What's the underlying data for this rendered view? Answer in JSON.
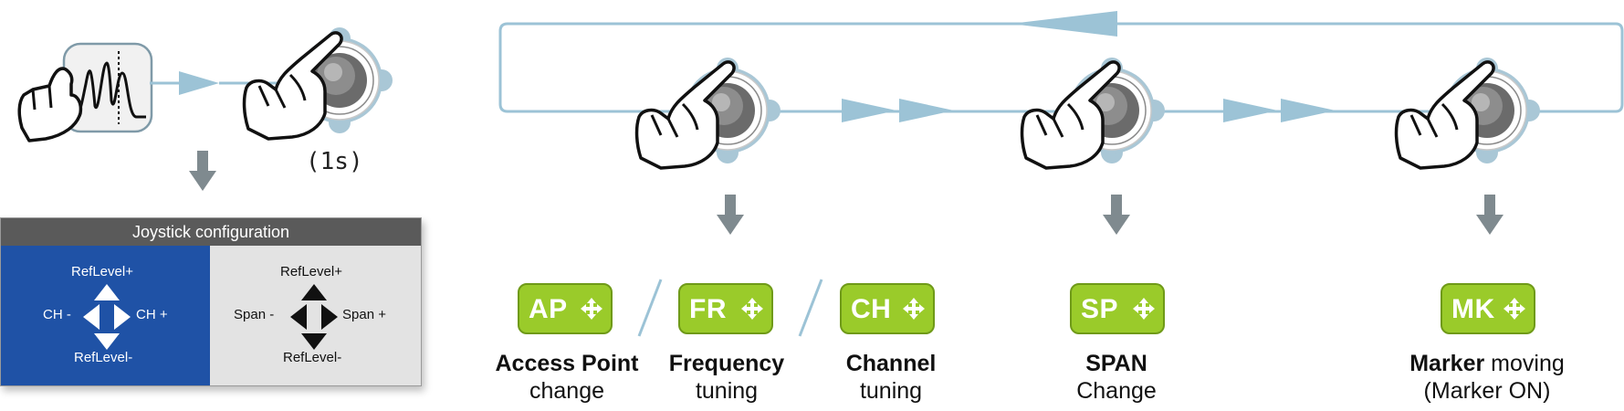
{
  "duration_label": "(1s)",
  "joystick_config": {
    "title": "Joystick configuration",
    "left": {
      "up": "RefLevel+",
      "down": "RefLevel-",
      "left": "CH -",
      "right": "CH +"
    },
    "right": {
      "up": "RefLevel+",
      "down": "RefLevel-",
      "left": "Span -",
      "right": "Span +"
    }
  },
  "modes": [
    {
      "code": "AP",
      "caption_bold": "Access Point",
      "caption_rest": "",
      "caption_line2": "change"
    },
    {
      "code": "FR",
      "caption_bold": "Frequency",
      "caption_rest": "",
      "caption_line2": "tuning"
    },
    {
      "code": "CH",
      "caption_bold": "Channel",
      "caption_rest": "",
      "caption_line2": "tuning"
    },
    {
      "code": "SP",
      "caption_bold": "SPAN",
      "caption_rest": "",
      "caption_line2": "Change"
    },
    {
      "code": "MK",
      "caption_bold": "Marker",
      "caption_rest": " moving",
      "caption_line2": "(Marker ON)"
    }
  ],
  "colors": {
    "badge": "#9acb2a",
    "arrow": "#9cc3d6",
    "panel_blue": "#1f52a6",
    "panel_header": "#5a5a5a",
    "gray_arrow": "#7f8a8f"
  }
}
